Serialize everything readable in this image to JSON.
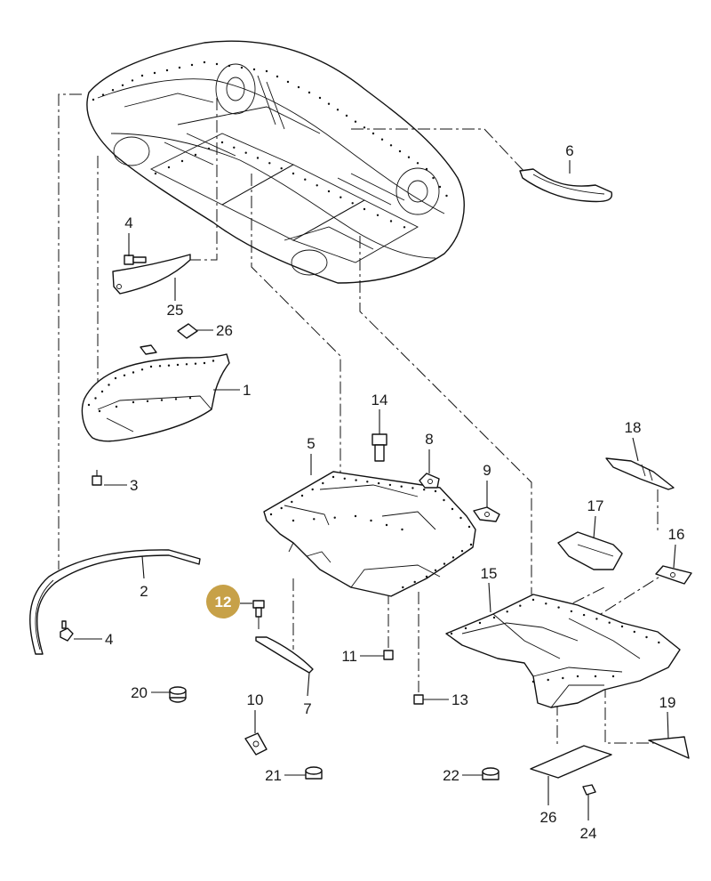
{
  "highlighted_callout": "12",
  "colors": {
    "highlight": "#c7a148",
    "line": "#111111",
    "background": "#ffffff"
  },
  "callouts": {
    "c1": "1",
    "c2": "2",
    "c3": "3",
    "c4a": "4",
    "c4b": "4",
    "c5": "5",
    "c6": "6",
    "c7": "7",
    "c8": "8",
    "c9": "9",
    "c10": "10",
    "c11": "11",
    "c12": "12",
    "c13": "13",
    "c14": "14",
    "c15": "15",
    "c16": "16",
    "c17": "17",
    "c18": "18",
    "c19": "19",
    "c20": "20",
    "c21": "21",
    "c22": "22",
    "c24": "24",
    "c25": "25",
    "c26a": "26",
    "c26b": "26"
  }
}
